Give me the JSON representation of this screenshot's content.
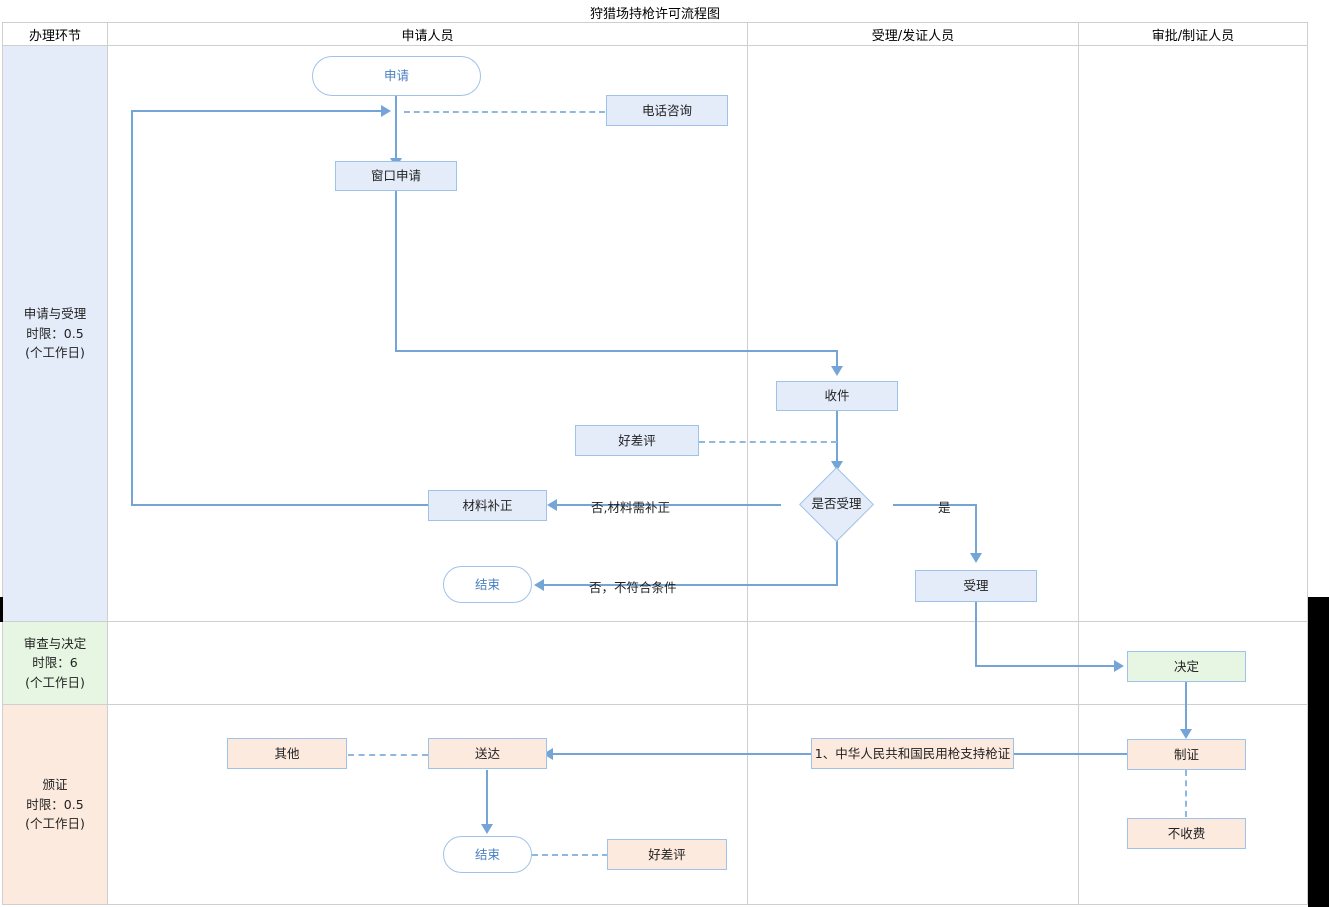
{
  "diagram": {
    "title": "狩猎场持枪许可流程图",
    "columns": [
      {
        "id": "stage",
        "label": "办理环节"
      },
      {
        "id": "applicant",
        "label": "申请人员"
      },
      {
        "id": "acceptor",
        "label": "受理/发证人员"
      },
      {
        "id": "approver",
        "label": "审批/制证人员"
      }
    ],
    "lanes": [
      {
        "id": "lane-apply",
        "line1": "申请与受理",
        "line2": "时限：0.5",
        "line3": "(个工作日)",
        "color": "#e4ecf9"
      },
      {
        "id": "lane-review",
        "line1": "审查与决定",
        "line2": "时限：6",
        "line3": "(个工作日)",
        "color": "#e7f6e3"
      },
      {
        "id": "lane-issue",
        "line1": "颁证",
        "line2": "时限：0.5",
        "line3": "(个工作日)",
        "color": "#fdeade"
      }
    ],
    "nodes": [
      {
        "id": "apply",
        "label": "申请",
        "shape": "terminator",
        "fill": "#ffffff"
      },
      {
        "id": "phone",
        "label": "电话咨询",
        "shape": "rect",
        "fill": "#e4ecf9"
      },
      {
        "id": "window-apply",
        "label": "窗口申请",
        "shape": "rect",
        "fill": "#e4ecf9"
      },
      {
        "id": "receive",
        "label": "收件",
        "shape": "rect",
        "fill": "#e4ecf9"
      },
      {
        "id": "review-1",
        "label": "好差评",
        "shape": "rect",
        "fill": "#e4ecf9"
      },
      {
        "id": "decision",
        "label": "是否受理",
        "shape": "diamond",
        "fill": "#e4ecf9"
      },
      {
        "id": "supplement",
        "label": "材料补正",
        "shape": "rect",
        "fill": "#e4ecf9"
      },
      {
        "id": "end-1",
        "label": "结束",
        "shape": "terminator",
        "fill": "#ffffff"
      },
      {
        "id": "accept",
        "label": "受理",
        "shape": "rect",
        "fill": "#e4ecf9"
      },
      {
        "id": "decide",
        "label": "决定",
        "shape": "rect",
        "fill": "#e7f6e3"
      },
      {
        "id": "make-cert",
        "label": "制证",
        "shape": "rect",
        "fill": "#fdeade"
      },
      {
        "id": "no-fee",
        "label": "不收费",
        "shape": "rect",
        "fill": "#fdeade"
      },
      {
        "id": "cert-item",
        "label": "1、中华人民共和国民用枪支持枪证",
        "shape": "rect",
        "fill": "#fdeade"
      },
      {
        "id": "deliver",
        "label": "送达",
        "shape": "rect",
        "fill": "#fdeade"
      },
      {
        "id": "other",
        "label": "其他",
        "shape": "rect",
        "fill": "#fdeade"
      },
      {
        "id": "end-2",
        "label": "结束",
        "shape": "terminator",
        "fill": "#ffffff"
      },
      {
        "id": "review-2",
        "label": "好差评",
        "shape": "rect",
        "fill": "#fdeade"
      }
    ],
    "edge_labels": [
      {
        "id": "edge-no-supplement",
        "label": "否,材料需补正"
      },
      {
        "id": "edge-no-condition",
        "label": "否，不符合条件"
      },
      {
        "id": "edge-yes",
        "label": "是"
      }
    ],
    "colors": {
      "connector": "#74a5d6",
      "dashed_connector": "#8fb8de",
      "node_border": "#9fc3e8",
      "table_border": "#cfcfcf",
      "lane_apply": "#e4ecf9",
      "lane_review": "#e7f6e3",
      "lane_issue": "#fdeade"
    }
  }
}
